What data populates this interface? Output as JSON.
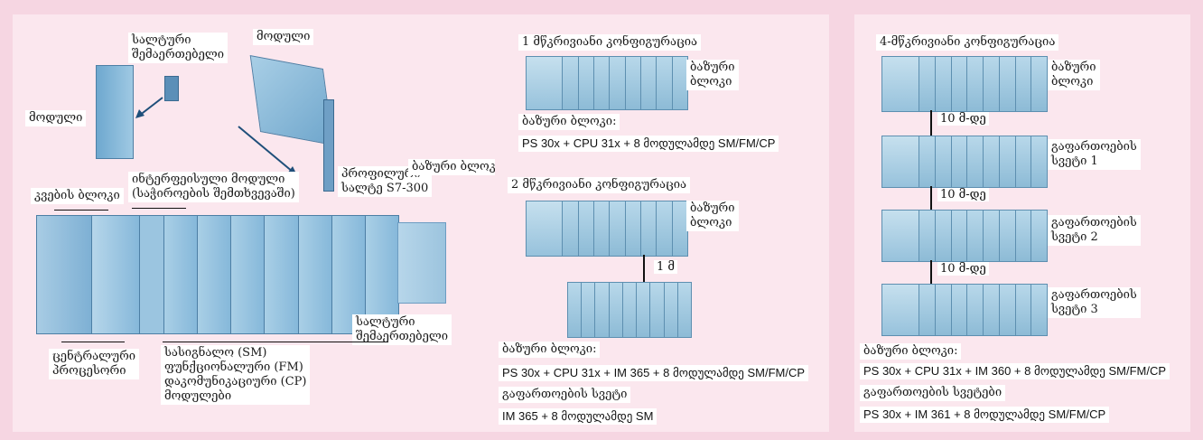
{
  "left": {
    "slot_connector_top": "სალტური\nშემაერთებელი",
    "module_top_right": "მოდული",
    "module_left": "მოდული",
    "power_unit": "კვების ბლოკი",
    "interface_module": "ინტერფეისული მოდული\n(საჭიროების შემთხვევაში)",
    "profile_rail": "პროფილური\nსალტე S7-300",
    "slot_connector_bottom": "სალტური\nშემაერთებელი",
    "cpu": "ცენტრალური\nპროცესორი",
    "signal_modules": "სასიგნალო (SM)\nფუნქციონალური (FM)\nდაკომუნიკაციური (CP)\nმოდულები",
    "base_block_label": "ბაზური ბლოკი:"
  },
  "middle": {
    "config1_title": "1 მწკრივიანი კონფიგურაცია",
    "config1_base": "ბაზური\nბლოკი",
    "config1_label": "ბაზური ბლოკი:",
    "config1_spec": "PS 30x + CPU 31x + 8 მოდულამდე SM/FM/CP",
    "config2_title": "2 მწკრივიანი კონფიგურაცია",
    "config2_base": "ბაზური\nბლოკი",
    "config2_dist": "1 მ",
    "config2_label": "ბაზური ბლოკი:",
    "config2_spec": "PS 30x + CPU 31x + IM 365 + 8 მოდულამდე SM/FM/CP",
    "config2_ext_label": "გაფართოების სვეტი",
    "config2_ext_spec": "IM 365 + 8 მოდულამდე SM"
  },
  "right": {
    "config4_title": "4-მწკრივიანი კონფიგურაცია",
    "base": "ბაზური\nბლოკი",
    "dist1": "10 მ-დე",
    "ext1": "გაფართოების\nსვეტი 1",
    "dist2": "10 მ-დე",
    "ext2": "გაფართოების\nსვეტი 2",
    "dist3": "10 მ-დე",
    "ext3": "გაფართოების\nსვეტი 3",
    "base_label": "ბაზური ბლოკი:",
    "base_spec": "PS 30x + CPU 31x + IM 360 + 8 მოდულამდე SM/FM/CP",
    "ext_label": "გაფართოების სვეტები",
    "ext_spec": "PS 30x + IM 361 + 8 მოდულამდე SM/FM/CP"
  }
}
